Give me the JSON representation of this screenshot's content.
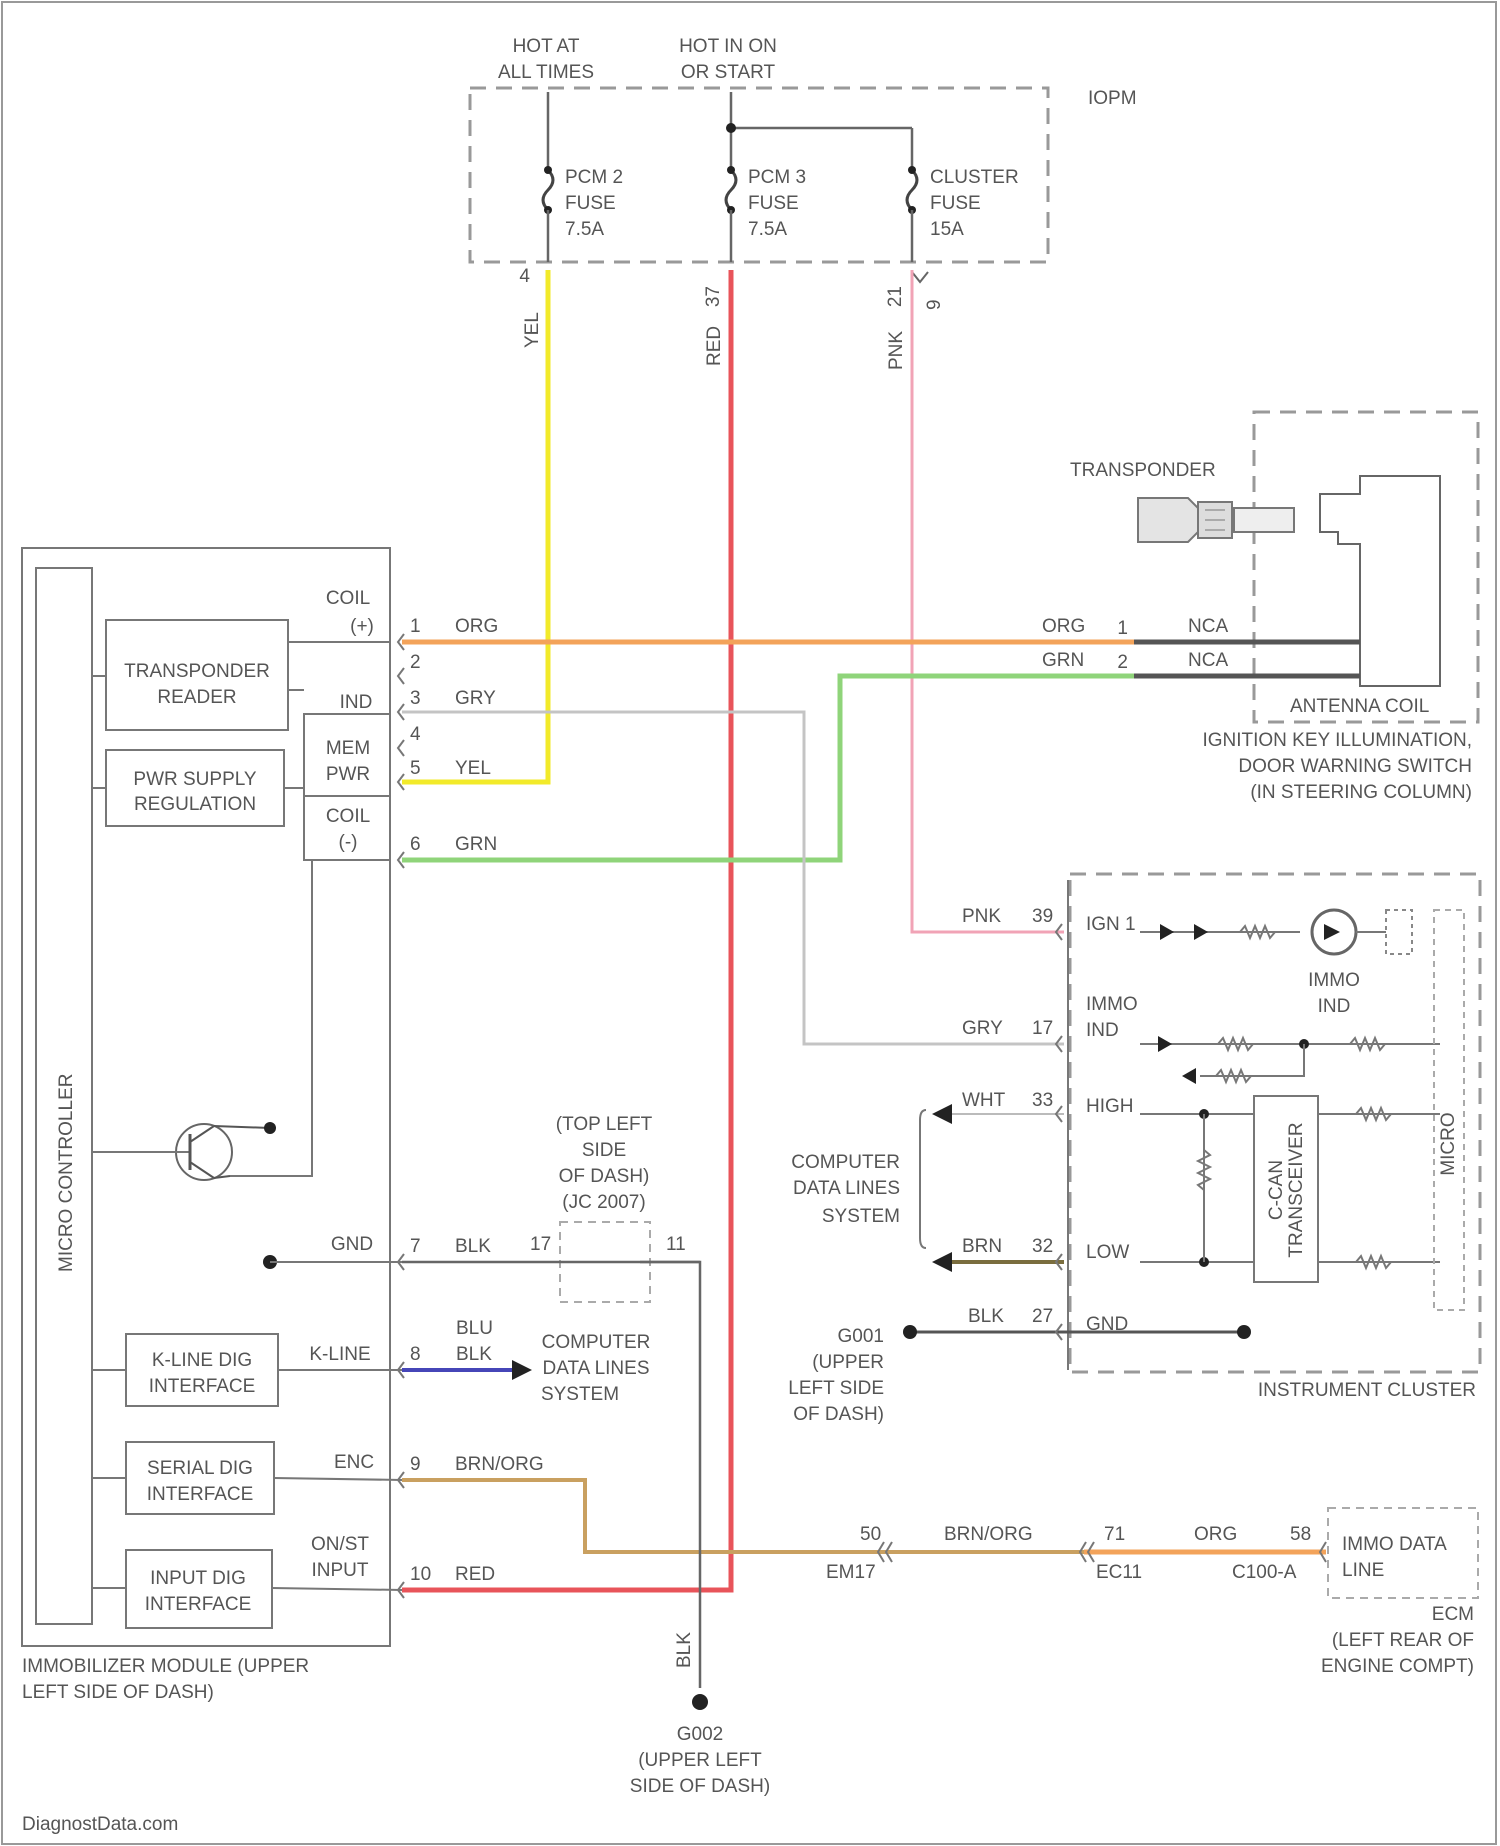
{
  "header": {
    "hot_at_all_times": [
      "HOT AT",
      "ALL TIMES"
    ],
    "hot_in_on": [
      "HOT IN ON",
      "OR START"
    ],
    "iopm": "IOPM"
  },
  "fuses": [
    {
      "lines": [
        "PCM 2",
        "FUSE",
        "7.5A"
      ]
    },
    {
      "lines": [
        "PCM 3",
        "FUSE",
        "7.5A"
      ]
    },
    {
      "lines": [
        "CLUSTER",
        "FUSE",
        "15A"
      ]
    }
  ],
  "fuse_pins": [
    "4",
    "37",
    "21",
    "9"
  ],
  "vertical_wire_labels": [
    "YEL",
    "RED",
    "PNK"
  ],
  "transponder": "TRANSPONDER",
  "antenna": {
    "pins": [
      "1",
      "2"
    ],
    "colors": [
      "ORG",
      "GRN"
    ],
    "nca": [
      "NCA",
      "NCA"
    ],
    "label": "ANTENNA COIL",
    "location": [
      "IGNITION KEY ILLUMINATION,",
      "DOOR WARNING SWITCH",
      "(IN STEERING COLUMN)"
    ]
  },
  "immobilizer": {
    "micro_controller": "MICRO CONTROLLER",
    "transponder_reader": [
      "TRANSPONDER",
      "READER"
    ],
    "pwr_supply": [
      "PWR SUPPLY",
      "REGULATION"
    ],
    "mem_pwr": [
      "MEM",
      "PWR"
    ],
    "coil_top": [
      "COIL",
      "(+)"
    ],
    "ind": "IND",
    "coil_bottom": [
      "COIL",
      "(-)"
    ],
    "gnd": "GND",
    "kline_diag": [
      "K-LINE DIG",
      "INTERFACE"
    ],
    "kline": "K-LINE",
    "serial_diag": [
      "SERIAL DIG",
      "INTERFACE"
    ],
    "enc": "ENC",
    "input_diag": [
      "INPUT DIG",
      "INTERFACE"
    ],
    "on_start_input": [
      "ON/ST",
      "INPUT"
    ],
    "label": [
      "IMMOBILIZER MODULE (UPPER",
      "LEFT SIDE OF DASH)"
    ]
  },
  "immo_pins": [
    {
      "pin": "1",
      "color": "ORG"
    },
    {
      "pin": "2",
      "color": ""
    },
    {
      "pin": "3",
      "color": "GRY"
    },
    {
      "pin": "4",
      "color": ""
    },
    {
      "pin": "5",
      "color": "YEL"
    },
    {
      "pin": "6",
      "color": "GRN"
    },
    {
      "pin": "7",
      "color": "BLK"
    },
    {
      "pin": "8",
      "color": "BLU/BLK"
    },
    {
      "pin": "9",
      "color": "BRN/ORG"
    },
    {
      "pin": "10",
      "color": "RED"
    }
  ],
  "top_left_dash": [
    "(TOP LEFT",
    "SIDE",
    "OF DASH)",
    "(JC 2007)"
  ],
  "jc_pins": [
    "17",
    "11"
  ],
  "computer_data_lines_a": [
    "COMPUTER",
    "DATA LINES",
    "SYSTEM"
  ],
  "computer_data_lines_b": [
    "COMPUTER",
    "DATA LINES",
    "SYSTEM"
  ],
  "cluster": {
    "rows": [
      {
        "color": "PNK",
        "pin": "39",
        "name": [
          "IGN 1"
        ]
      },
      {
        "color": "GRY",
        "pin": "17",
        "name": [
          "IMMO",
          "IND"
        ]
      },
      {
        "color": "WHT",
        "pin": "33",
        "name": [
          "HIGH"
        ]
      },
      {
        "color": "BRN",
        "pin": "32",
        "name": [
          "LOW"
        ]
      },
      {
        "color": "BLK",
        "pin": "27",
        "name": [
          "GND"
        ]
      }
    ],
    "immo_ind": [
      "IMMO",
      "IND"
    ],
    "ccan": [
      "C-CAN",
      "TRANSCEIVER"
    ],
    "micro": "MICRO",
    "label": "INSTRUMENT CLUSTER"
  },
  "g001": [
    "G001",
    "(UPPER",
    "LEFT SIDE",
    "OF DASH)"
  ],
  "g002": [
    "G002",
    "(UPPER LEFT",
    "SIDE OF DASH)"
  ],
  "blk_vertical": "BLK",
  "bottom_chain": {
    "e_pin": "50",
    "e_conn": "EM17",
    "wire1": "BRN/ORG",
    "ec_pin": "71",
    "ec_conn": "EC11",
    "wire2": "ORG",
    "c_pin": "58",
    "c_conn": "C100-A",
    "immo_data": [
      "IMMO DATA",
      "LINE"
    ],
    "ecm": [
      "ECM",
      "(LEFT REAR OF",
      "ENGINE COMPT)"
    ]
  },
  "footer": "DiagnostData.com",
  "colors": {
    "yel": "#f2ea2a",
    "red": "#e8545a",
    "pnk": "#f1a3b6",
    "org": "#f3a35a",
    "grn": "#8fd47a",
    "gry": "#c4c4c4",
    "blu": "#4646b8",
    "brnorg": "#c9a060",
    "brn": "#7a6d3e",
    "blk": "#666666"
  }
}
